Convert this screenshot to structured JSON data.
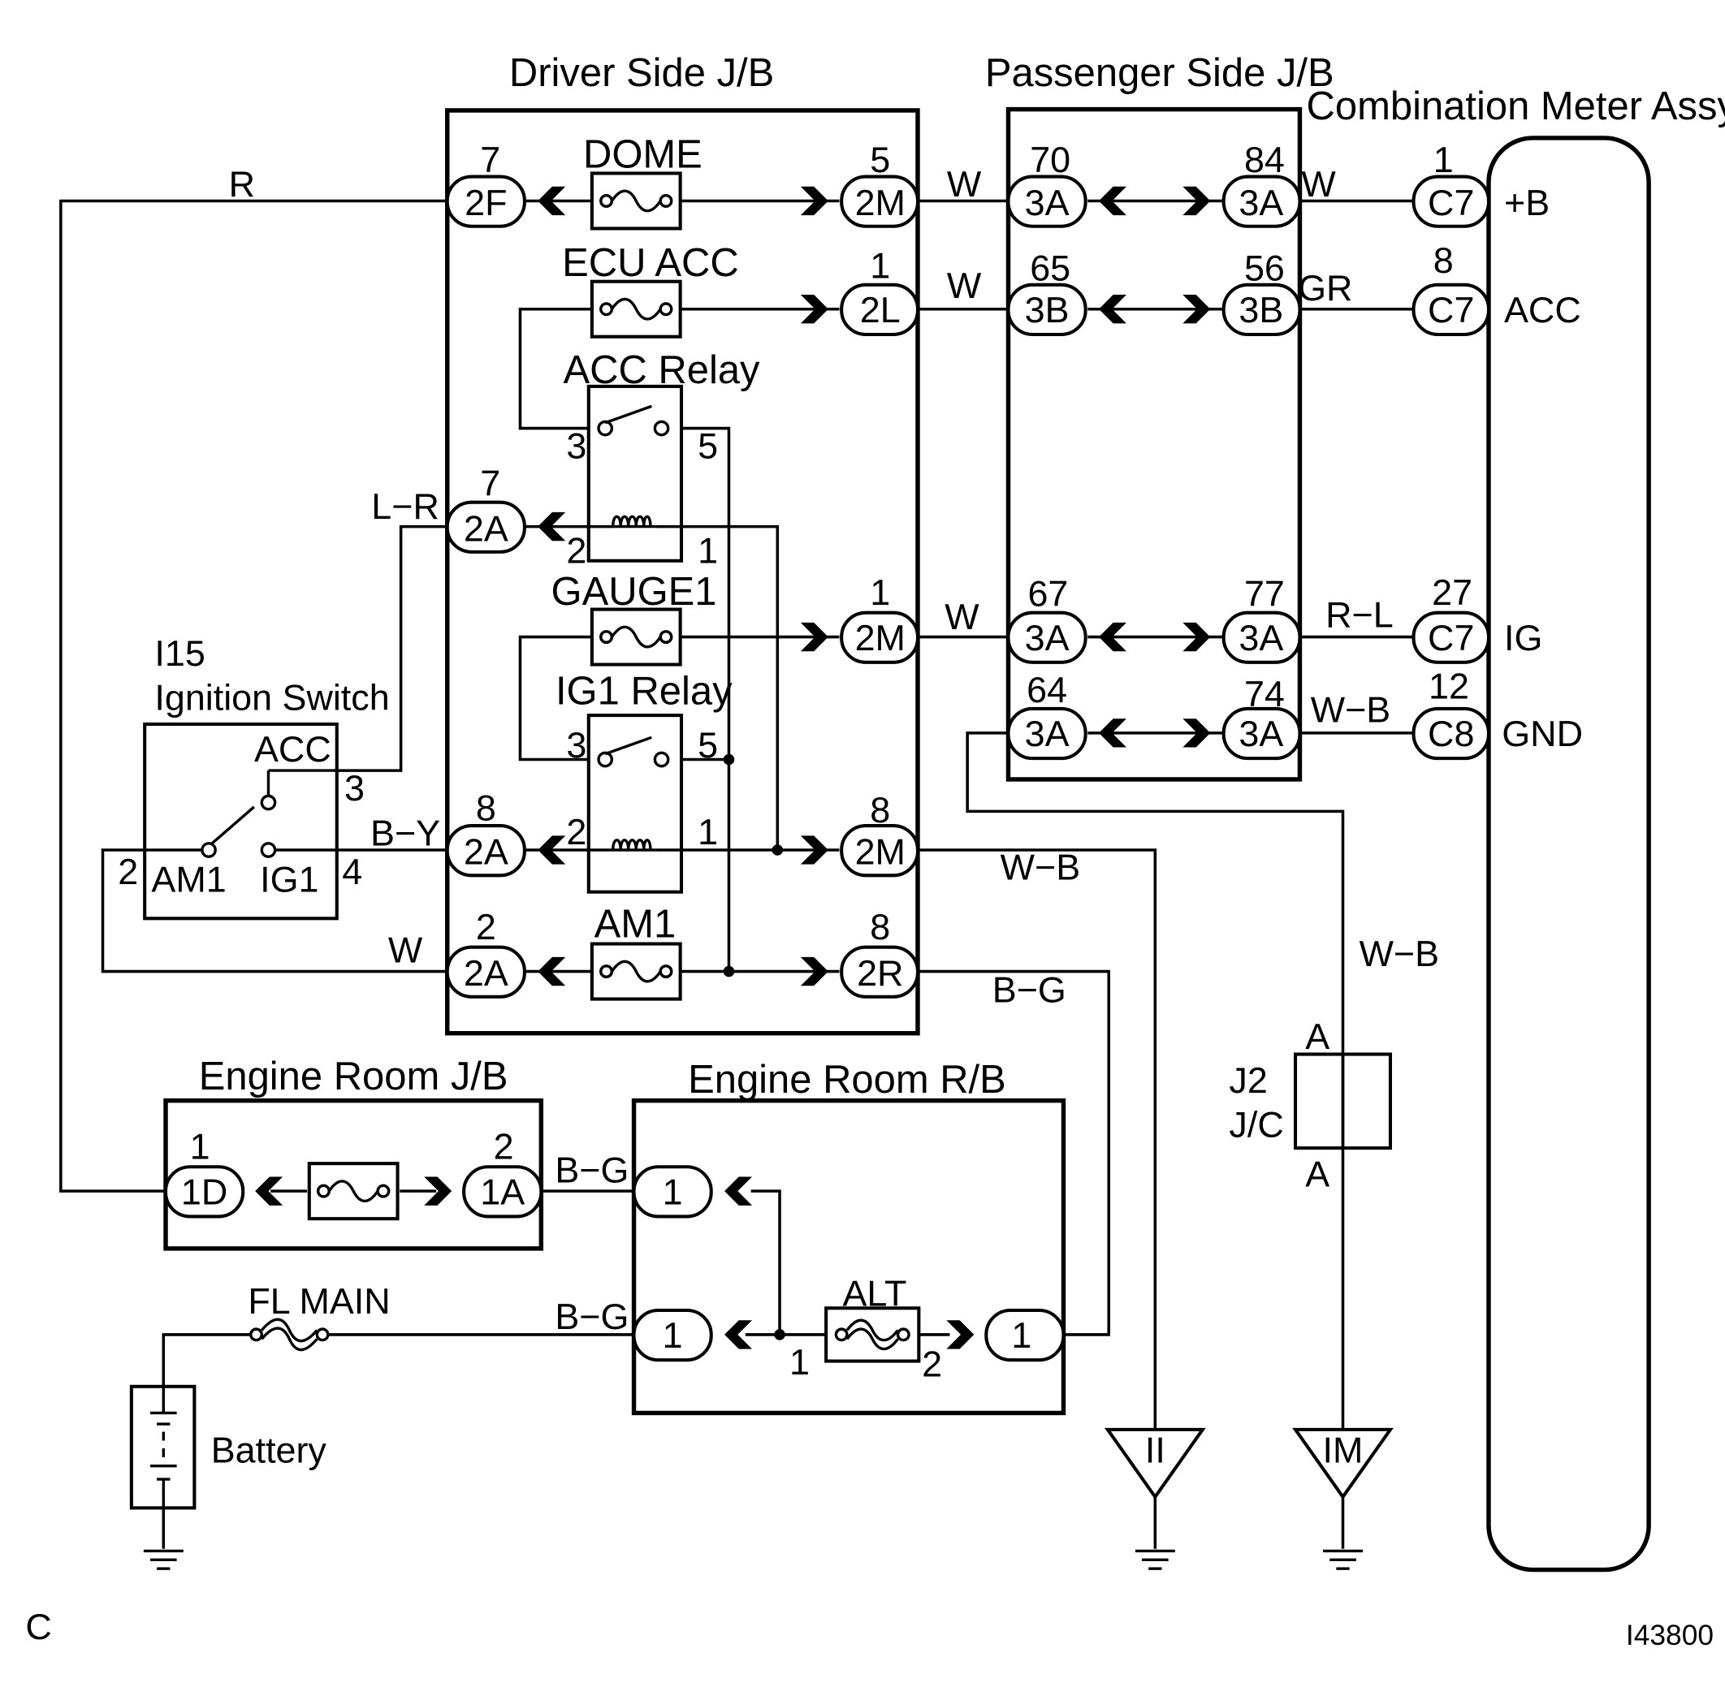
{
  "boxes": {
    "driver_jb": "Driver Side J/B",
    "passenger_jb": "Passenger Side J/B",
    "combination_meter": "Combination Meter Assy",
    "engine_room_jb": "Engine Room J/B",
    "engine_room_rb": "Engine Room R/B",
    "ignition_switch_code": "I15",
    "ignition_switch": "Ignition Switch",
    "junction_code": "J2",
    "junction_type": "J/C",
    "battery": "Battery"
  },
  "fuses": {
    "dome": "DOME",
    "ecu_acc": "ECU ACC",
    "gauge1": "GAUGE1",
    "am1": "AM1",
    "fl_main": "FL MAIN",
    "alt": "ALT"
  },
  "relays": {
    "acc": "ACC Relay",
    "ig1": "IG1 Relay",
    "pins": {
      "p1": "1",
      "p2": "2",
      "p3": "3",
      "p5": "5"
    }
  },
  "switch": {
    "acc": "ACC",
    "am1": "AM1",
    "ig1": "IG1",
    "pin2": "2",
    "pin3": "3",
    "pin4": "4"
  },
  "connectors": {
    "d_2f": {
      "code": "2F",
      "pin": "7"
    },
    "d_2m_top": {
      "code": "2M",
      "pin": "5"
    },
    "d_2l": {
      "code": "2L",
      "pin": "1"
    },
    "d_2a_lr": {
      "code": "2A",
      "pin": "7"
    },
    "d_2m_mid": {
      "code": "2M",
      "pin": "1"
    },
    "d_2a_by": {
      "code": "2A",
      "pin": "8"
    },
    "d_2m_low": {
      "code": "2M",
      "pin": "8"
    },
    "d_2a_w": {
      "code": "2A",
      "pin": "2"
    },
    "d_2r": {
      "code": "2R",
      "pin": "8"
    },
    "p_3a_70": {
      "code": "3A",
      "pin": "70"
    },
    "p_3a_84": {
      "code": "3A",
      "pin": "84"
    },
    "p_3b_65": {
      "code": "3B",
      "pin": "65"
    },
    "p_3b_56": {
      "code": "3B",
      "pin": "56"
    },
    "p_3a_67": {
      "code": "3A",
      "pin": "67"
    },
    "p_3a_77": {
      "code": "3A",
      "pin": "77"
    },
    "p_3a_64": {
      "code": "3A",
      "pin": "64"
    },
    "p_3a_74": {
      "code": "3A",
      "pin": "74"
    },
    "m_c7_b": {
      "code": "C7",
      "pin": "1"
    },
    "m_c7_acc": {
      "code": "C7",
      "pin": "8"
    },
    "m_c7_ig": {
      "code": "C7",
      "pin": "27"
    },
    "m_c8_gnd": {
      "code": "C8",
      "pin": "12"
    },
    "e_1d": {
      "code": "1D",
      "pin": "1"
    },
    "e_1a": {
      "code": "1A",
      "pin": "2"
    },
    "r_1_top": {
      "code": "1"
    },
    "r_1_left": {
      "code": "1"
    },
    "r_1_right": {
      "code": "1"
    },
    "alt_pin1": "1",
    "alt_pin2": "2"
  },
  "meter_terminals": {
    "b": "+B",
    "acc": "ACC",
    "ig": "IG",
    "gnd": "GND"
  },
  "wire_colors": {
    "r": "R",
    "w_1": "W",
    "w_2": "W",
    "w_3": "W",
    "gr": "GR",
    "w_4": "W",
    "lr": "L−R",
    "rl": "R−L",
    "wb_1": "W−B",
    "by": "B−Y",
    "wb_2": "W−B",
    "w_5": "W",
    "bg_1": "B−G",
    "wb_3": "W−B",
    "bg_2": "B−G",
    "bg_3": "B−G"
  },
  "junction": {
    "top": "A",
    "bottom": "A"
  },
  "grounds": {
    "ii": "II",
    "im": "IM"
  },
  "footer": {
    "corner_code": "C",
    "figure_id": "I43800"
  }
}
